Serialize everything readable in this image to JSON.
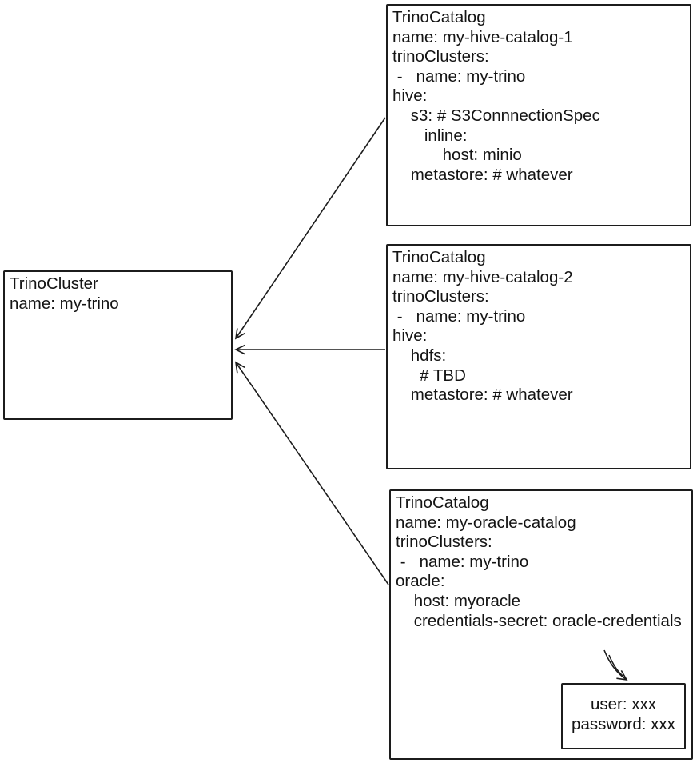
{
  "colors": {
    "stroke": "#1c1c1c",
    "background": "#ffffff",
    "text": "#141414"
  },
  "nodes": {
    "cluster": {
      "text": "TrinoCluster\nname: my-trino"
    },
    "catalog1": {
      "text": "TrinoCatalog\nname: my-hive-catalog-1\ntrinoClusters:\n -   name: my-trino\nhive:\n    s3: # S3ConnnectionSpec\n       inline:\n           host: minio\n    metastore: # whatever"
    },
    "catalog2": {
      "text": "TrinoCatalog\nname: my-hive-catalog-2\ntrinoClusters:\n -   name: my-trino\nhive:\n    hdfs:\n      # TBD\n    metastore: # whatever"
    },
    "catalog3": {
      "text": "TrinoCatalog\nname: my-oracle-catalog\ntrinoClusters:\n -   name: my-trino\noracle:\n    host: myoracle\n    credentials-secret: oracle-credentials"
    },
    "credentials": {
      "text": "user: xxx\npassword: xxx"
    }
  },
  "edges": [
    {
      "from": "trino-catalog-1",
      "to": "trino-cluster"
    },
    {
      "from": "trino-catalog-2",
      "to": "trino-cluster"
    },
    {
      "from": "trino-catalog-3",
      "to": "trino-cluster"
    },
    {
      "from": "trino-catalog-3-credentials-secret",
      "to": "credentials-secret-box"
    }
  ]
}
